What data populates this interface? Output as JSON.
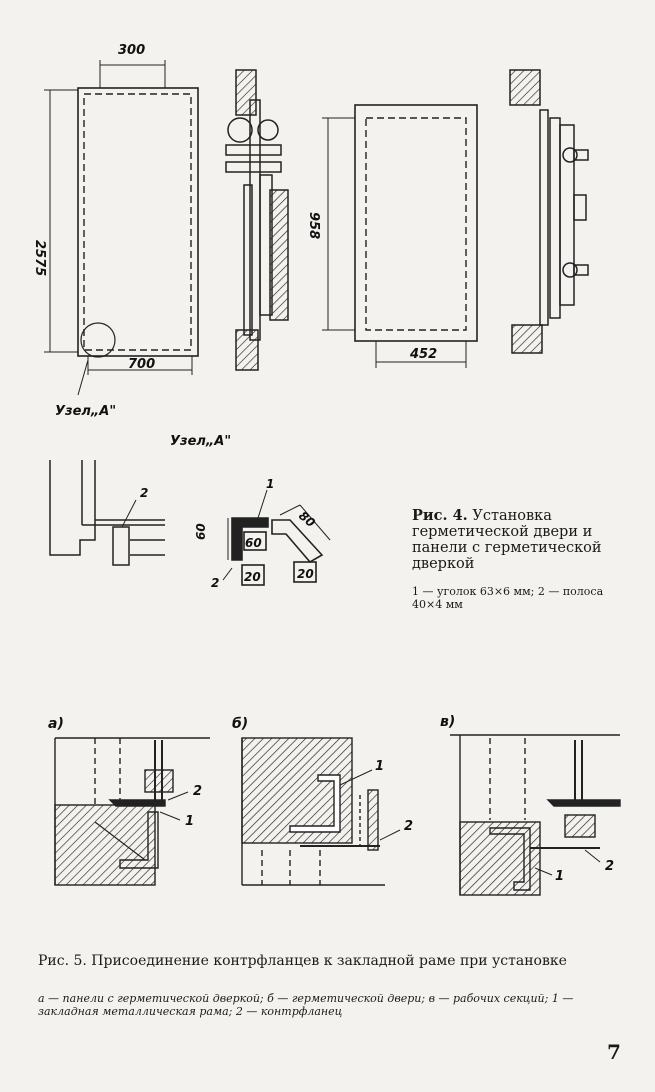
{
  "fig4": {
    "dims": {
      "top_width": "300",
      "height": "2575",
      "bottom_width": "700",
      "panel_height": "958",
      "panel_width": "452",
      "node_dim_60a": "60",
      "node_dim_60b": "60",
      "node_dim_80": "80",
      "node_dim_20a": "20",
      "node_dim_20b": "20"
    },
    "node_label": "Узел„А\"",
    "node_title": "Узел„А\"",
    "callouts": [
      "1",
      "2",
      "2"
    ],
    "caption_prefix": "Рис. 4.",
    "caption_text": "Установка герметической двери и панели с герметической дверкой",
    "legend": "1 — уголок 63×6 мм; 2 — полоса 40×4 мм"
  },
  "fig5": {
    "panel_labels": [
      "а)",
      "б)",
      "в)"
    ],
    "callouts_a": [
      "2",
      "1"
    ],
    "callouts_b": [
      "1",
      "2"
    ],
    "callouts_c": [
      "2",
      "1"
    ],
    "caption": "Рис. 5. Присоединение контрфланцев к закладной раме при установке",
    "legend": "а — панели с герметической дверкой; б — герметической двери; в — рабочих секций; 1 — закладная металлическая рама; 2 — контрфланец"
  },
  "page_number": "7"
}
